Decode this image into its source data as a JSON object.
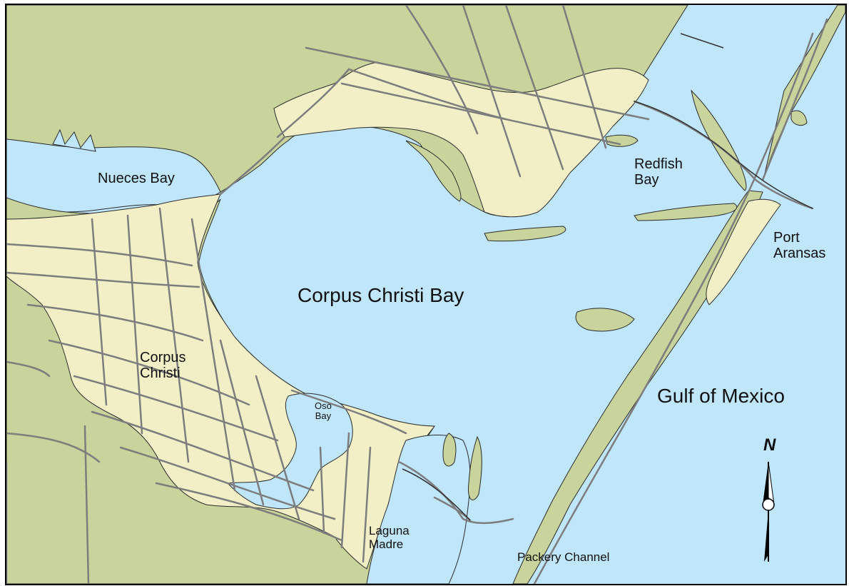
{
  "map": {
    "labels": {
      "nueces_bay": "Nueces Bay",
      "corpus_christi_bay": "Corpus Christi Bay",
      "redfish_bay": "Redfish\nBay",
      "port_aransas": "Port\nAransas",
      "corpus_christi": "Corpus\nChristi",
      "gulf_of_mexico": "Gulf of Mexico",
      "oso_bay": "Oso\nBay",
      "laguna_madre": "Laguna\nMadre",
      "packery_channel": "Packery Channel"
    },
    "north_arrow_letter": "N",
    "colors": {
      "water": "#bfe6fa",
      "land": "#c8d49c",
      "urban": "#f2efc7",
      "roads": "#7d7d7d",
      "frame": "#000000"
    }
  }
}
